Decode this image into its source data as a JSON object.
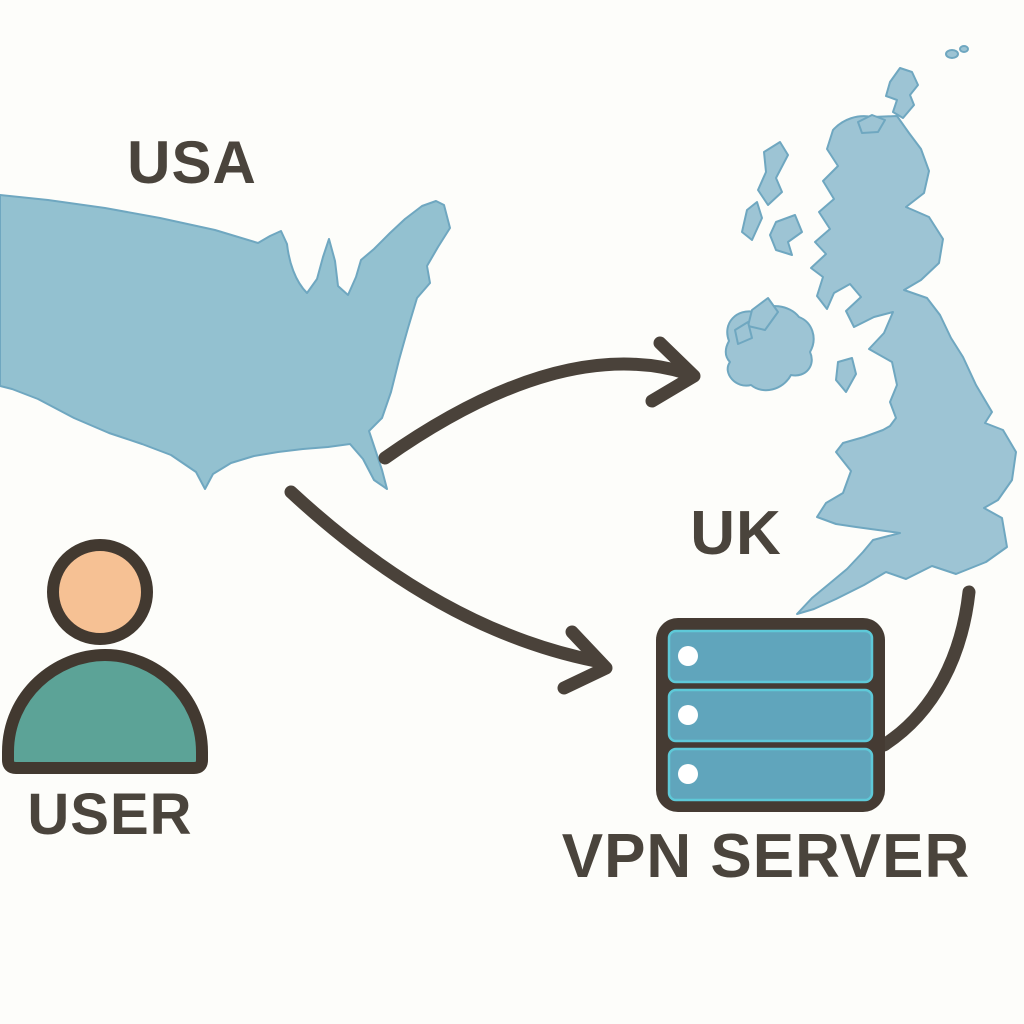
{
  "labels": {
    "usa": "USA",
    "uk": "UK",
    "user": "USER",
    "vpn_server": "VPN SERVER"
  },
  "icons": {
    "user": "person-icon",
    "vpn_server": "server-rack-icon"
  },
  "connections": [
    {
      "from": "USA",
      "to": "UK",
      "style": "curved-arrow"
    },
    {
      "from": "USER",
      "to": "VPN SERVER",
      "style": "curved-arrow"
    },
    {
      "from": "UK",
      "to": "VPN SERVER",
      "style": "curved-line"
    }
  ],
  "colors": {
    "background": "#fdfdfa",
    "usa_map": "#93c1d0",
    "uk_map": "#9dc4d4",
    "map_edge": "#6fa7c0",
    "text": "#4a443c",
    "arrow": "#4a423a",
    "outline": "#423930",
    "user_head": "#f6c194",
    "user_body": "#5ca397",
    "server_frame": "#453b33",
    "server_fill": "#60a5bc",
    "server_accent": "#5ec9d8",
    "server_dot": "#ffffff"
  }
}
